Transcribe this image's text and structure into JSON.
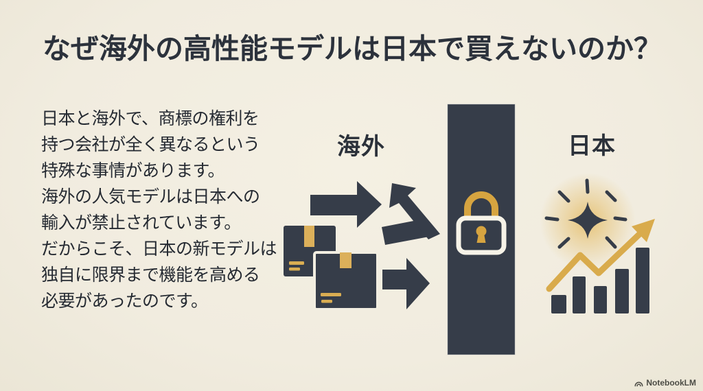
{
  "slide": {
    "title": "なぜ海外の高性能モデルは日本で買えないのか？",
    "body_lines": [
      "日本と海外で、商標の権利を",
      "持つ会社が全く異なるという",
      "特殊な事情があります。",
      "海外の人気モデルは日本への",
      "輸入が禁止されています。",
      "だからこそ、日本の新モデルは",
      "独自に限界まで機能を高める",
      "必要があったのです。"
    ]
  },
  "illustration": {
    "overseas_label": "海外",
    "japan_label": "日本",
    "elements": [
      "package-boxes",
      "export-arrows",
      "blocked-bent-arrow",
      "barrier-wall",
      "padlock",
      "sparkle",
      "growth-bar-chart",
      "rising-trend-arrow"
    ],
    "chart_bars_relative_heights": [
      27,
      54,
      40,
      65,
      96
    ]
  },
  "watermark": {
    "brand": "NotebookLM"
  },
  "colors": {
    "background": "#f1ecdf",
    "ink_dark": "#363d49",
    "title_text": "#2c323c",
    "body_text": "#252a32",
    "gold_accent": "#d9ab4c",
    "tape_gold": "#dcb05a",
    "lock_shackle_gold": "#d6a440",
    "lock_body_stroke": "#f6f3e8",
    "glow_gold": "#e4bc66"
  }
}
